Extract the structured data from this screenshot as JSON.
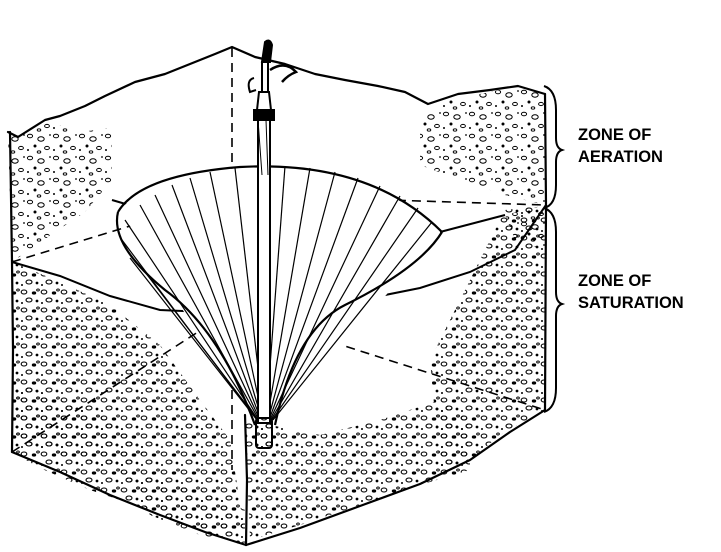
{
  "labels": {
    "aeration_line1": "ZONE OF",
    "aeration_line2": "AERATION",
    "saturation_line1": "ZONE OF",
    "saturation_line2": "SATURATION"
  },
  "colors": {
    "ink": "#000000",
    "paper": "#ffffff"
  }
}
